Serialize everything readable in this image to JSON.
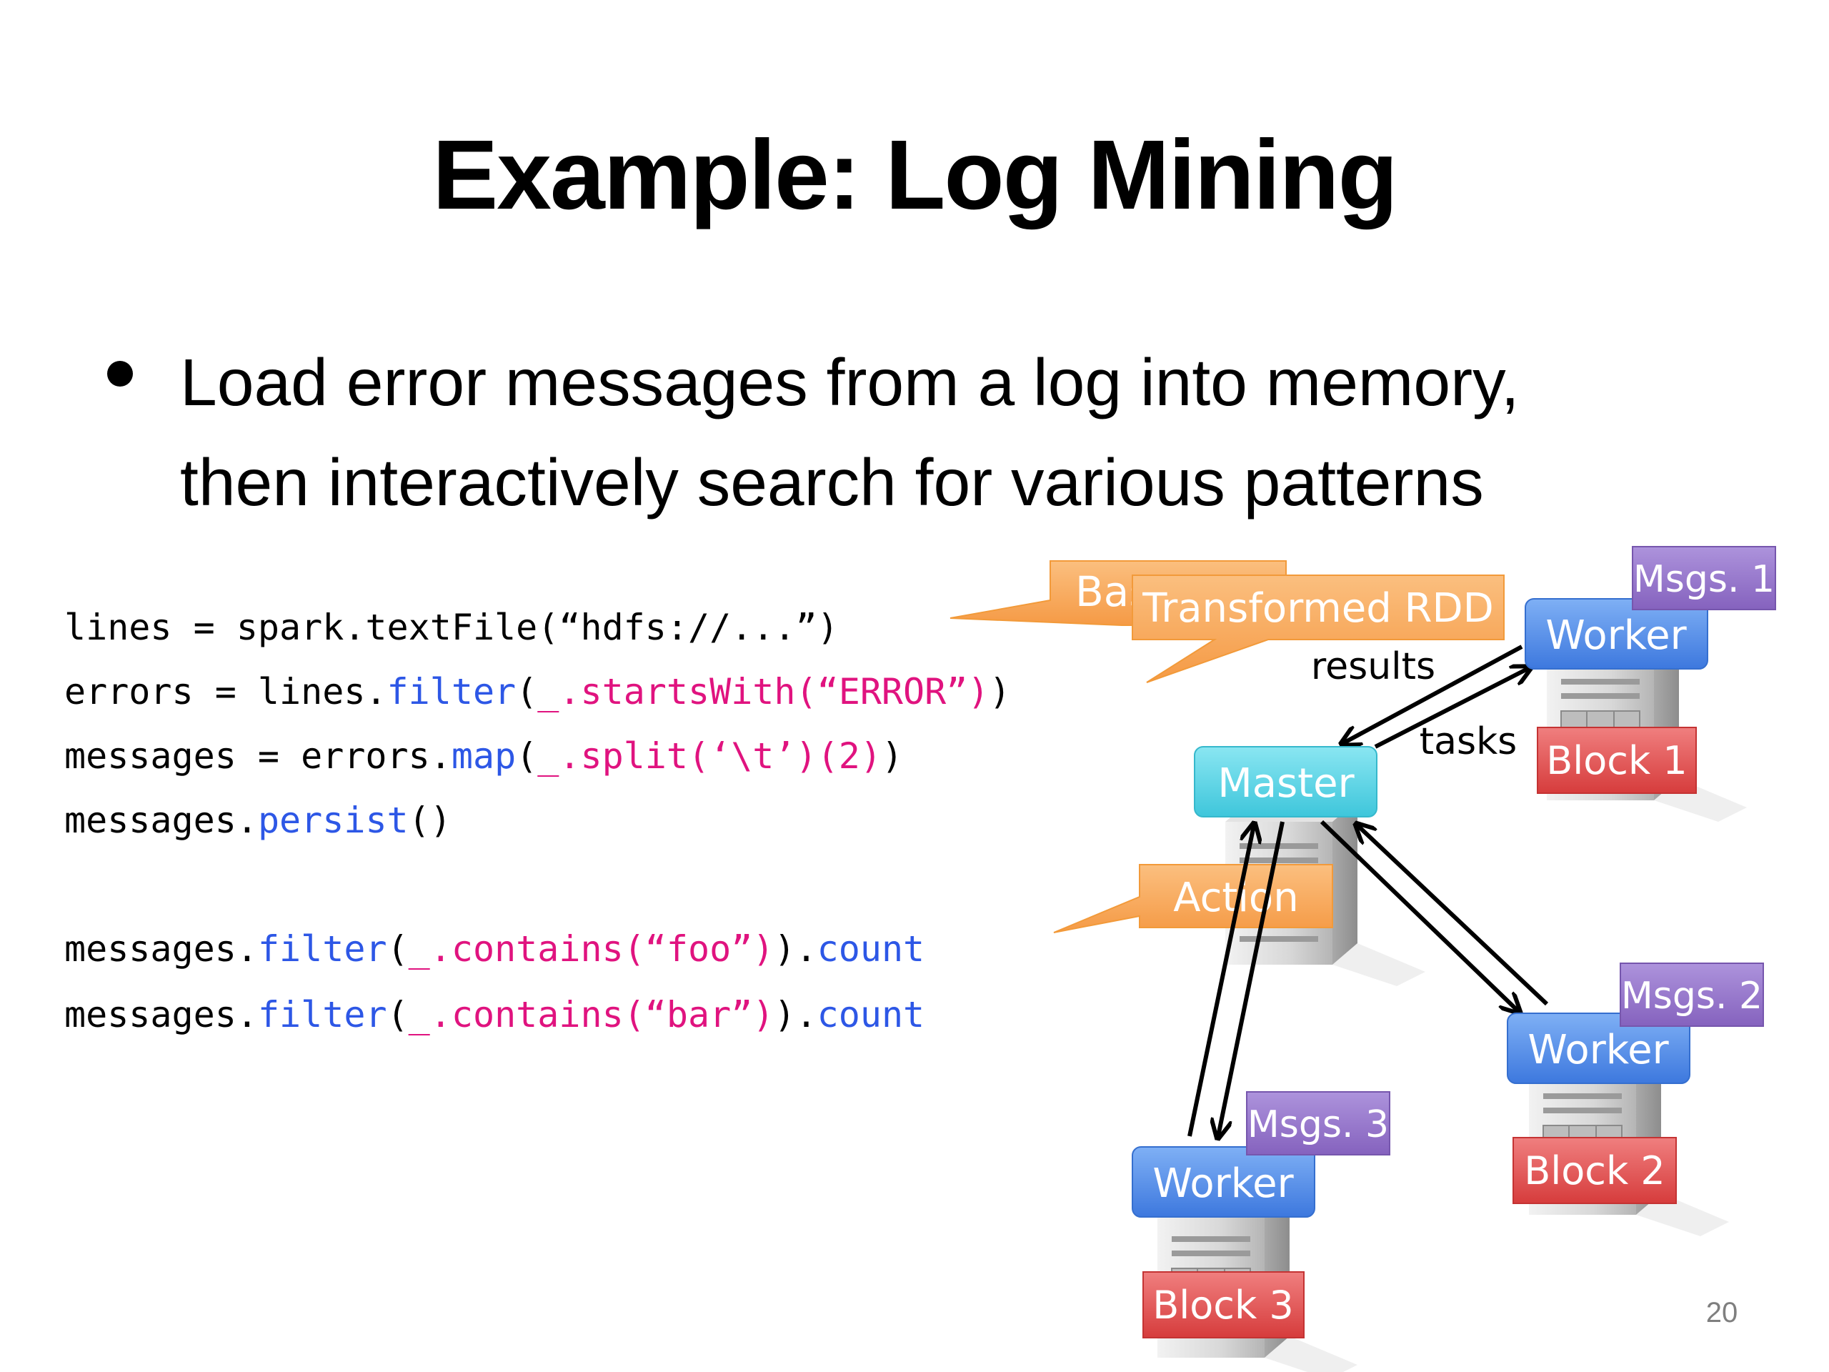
{
  "slide": {
    "title": "Example: Log Mining",
    "bullet": {
      "line1": "Load error messages from a log into memory,",
      "line2": "then interactively search for various patterns"
    },
    "page_number": "20"
  },
  "code": {
    "line1": {
      "a": "lines = spark.textFile(“hdfs://...”)"
    },
    "line2": {
      "a": "errors = lines.",
      "b": "filter",
      "c": "(",
      "d": "_.startsWith(“ERROR”)",
      "e": ")"
    },
    "line3": {
      "a": "messages = errors.",
      "b": "map",
      "c": "(",
      "d": "_.split(‘\\t’)(2)",
      "e": ")"
    },
    "line4": {
      "a": "messages.",
      "b": "persist",
      "c": "()"
    },
    "line5": {
      "a": "messages.",
      "b": "filter",
      "c": "(",
      "d": "_.contains(“foo”)",
      "e": ").",
      "f": "count"
    },
    "line6": {
      "a": "messages.",
      "b": "filter",
      "c": "(",
      "d": "_.contains(“bar”)",
      "e": ").",
      "f": "count"
    }
  },
  "callouts": {
    "base_rdd": "Bas",
    "transformed_rdd": "Transformed RDD",
    "action": "Action"
  },
  "diagram": {
    "master": "Master",
    "edge_results": "results",
    "edge_tasks": "tasks",
    "workers": [
      {
        "label": "Worker",
        "block": "Block 1",
        "msgs": "Msgs. 1"
      },
      {
        "label": "Worker",
        "block": "Block 2",
        "msgs": "Msgs. 2"
      },
      {
        "label": "Worker",
        "block": "Block 3",
        "msgs": "Msgs. 3"
      }
    ]
  },
  "colors": {
    "master_fill": "#4fd3e6",
    "worker_fill": "#4a86e8",
    "block_fill": "#e05050",
    "msgs_fill": "#8e6cc4",
    "callout_fill": "#f8a455",
    "code_keyword": "#2d57e6",
    "code_string": "#e0137f"
  }
}
